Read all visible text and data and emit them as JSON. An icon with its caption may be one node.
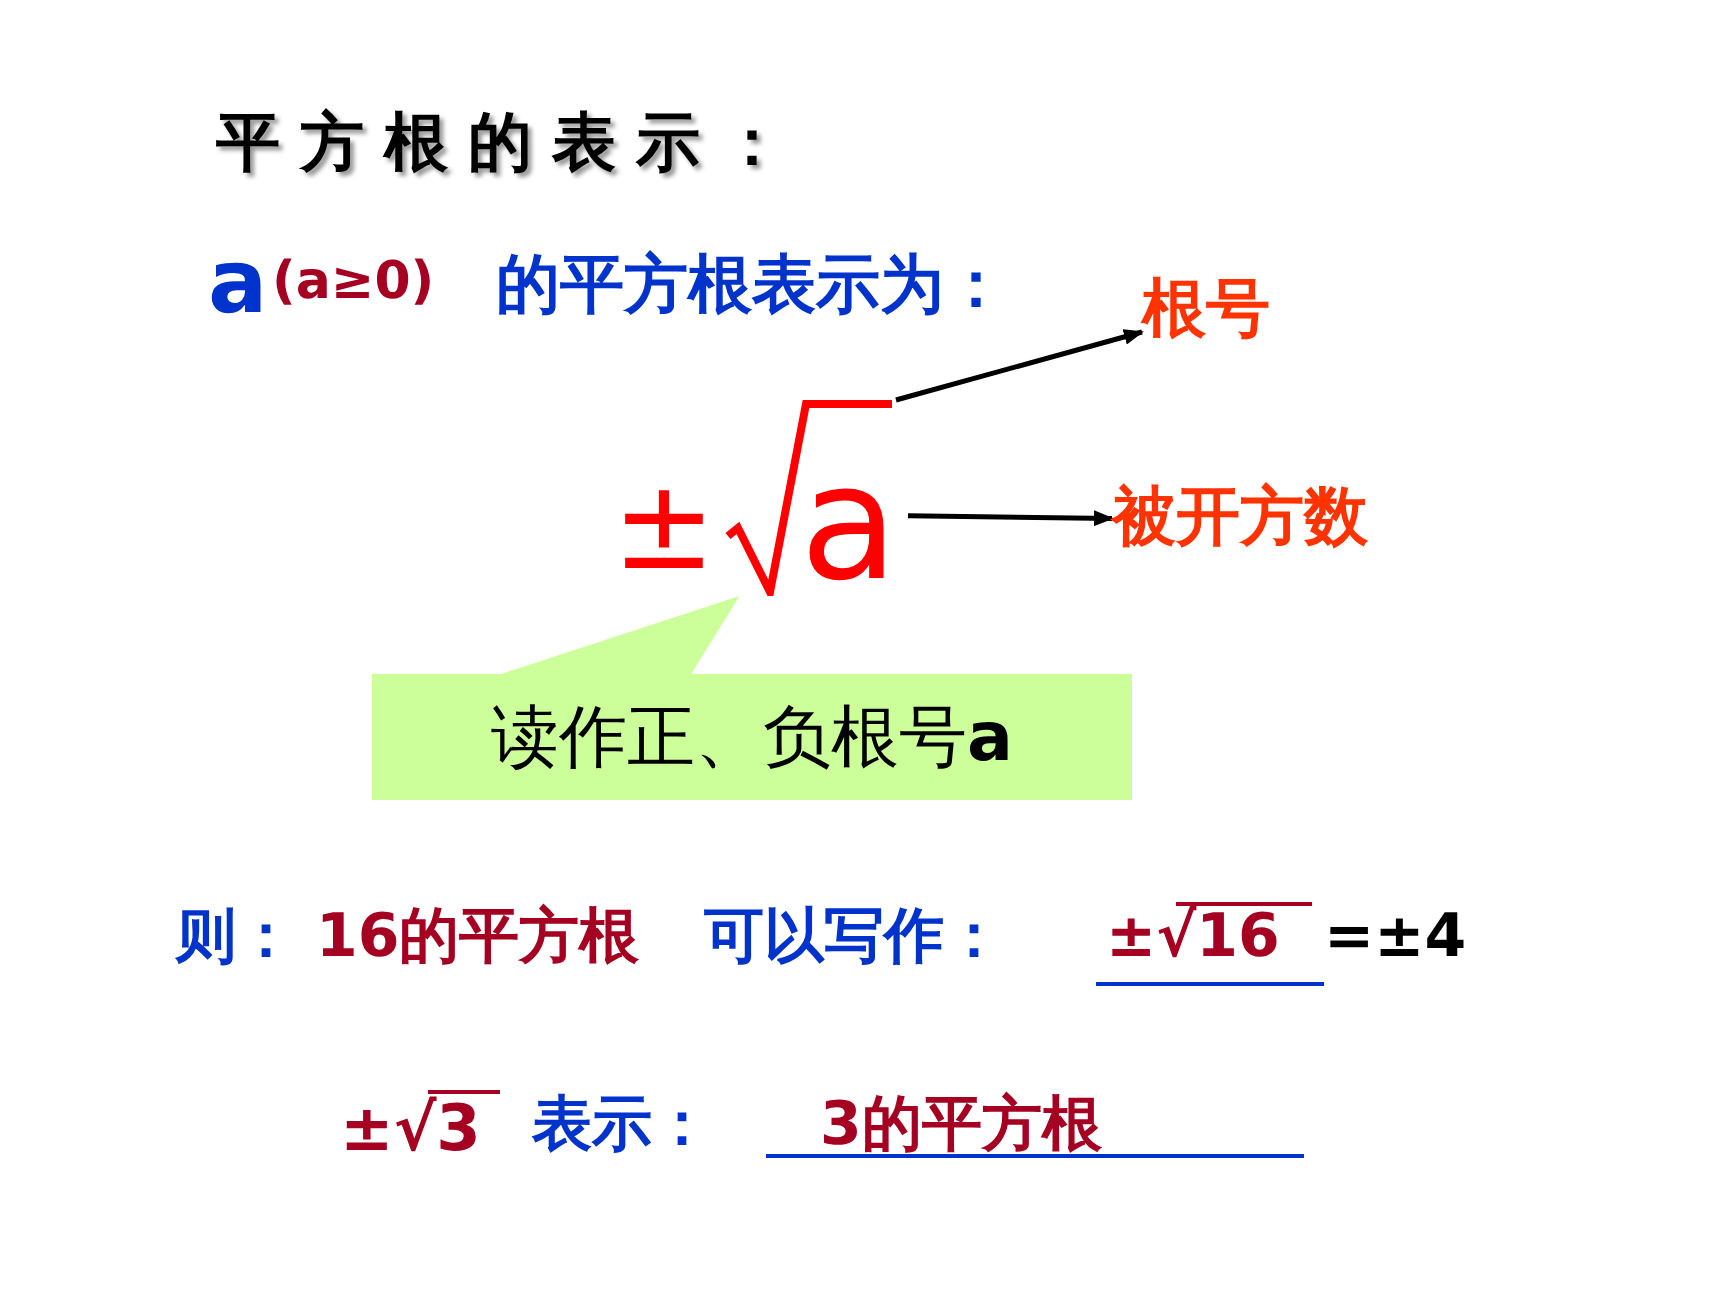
{
  "diagram": {
    "title": "平方根的表示：",
    "nodes": [
      {
        "text": [],
        "shape": "radical"
      },
      {
        "text": [
          "a"
        ],
        "in": 0
      },
      {
        "text": [
          "根号"
        ]
      },
      {
        "text": [
          "被开方数"
        ]
      },
      {
        "text": [
          "读作正、负根号**a**"
        ]
      }
    ],
    "edges": [
      {
        "from": 0,
        "to": 2,
        "arrow": "to"
      },
      {
        "from": 1,
        "to": 3,
        "arrow": "to"
      },
      {
        "from": 4,
        "to": 0,
        "arrow": "none"
      }
    ],
    "labels": [
      "a",
      "(a≥0)",
      "的平方根表示为：",
      "±",
      "则：",
      "16的平方根",
      "可以写作：",
      "±√16",
      "=±4",
      "±√3",
      "表示：",
      "3的平方根"
    ]
  }
}
